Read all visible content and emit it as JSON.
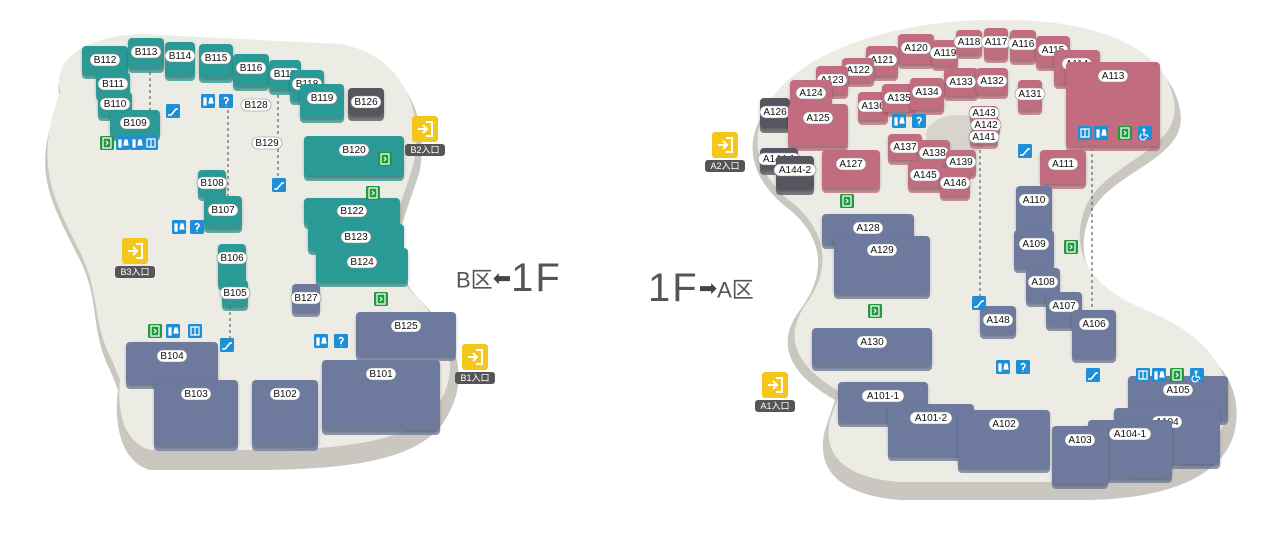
{
  "colors": {
    "teal": "#2c9a96",
    "slate": "#6e7a9d",
    "rose": "#c26d7f",
    "dark": "#55575e",
    "floor": "#ecebe4",
    "wall": "#c9c7bf",
    "exit_yellow": "#f3c71b",
    "icon_blue": "#1e8ed6",
    "icon_green": "#1f9a3c"
  },
  "zone_b": {
    "zone_label": "B区",
    "arrow": "⬅",
    "floor_label": "1F",
    "entrances": [
      "B2入口",
      "B3入口",
      "B1入口"
    ],
    "units": [
      {
        "id": "B112",
        "c": "teal"
      },
      {
        "id": "B113",
        "c": "teal"
      },
      {
        "id": "B114",
        "c": "teal"
      },
      {
        "id": "B115",
        "c": "teal"
      },
      {
        "id": "B116",
        "c": "teal"
      },
      {
        "id": "B117",
        "c": "teal"
      },
      {
        "id": "B118",
        "c": "teal"
      },
      {
        "id": "B119",
        "c": "teal"
      },
      {
        "id": "B126",
        "c": "dark"
      },
      {
        "id": "B111",
        "c": "teal"
      },
      {
        "id": "B110",
        "c": "teal"
      },
      {
        "id": "B109",
        "c": "teal"
      },
      {
        "id": "B128",
        "c": "none"
      },
      {
        "id": "B129",
        "c": "none"
      },
      {
        "id": "B120",
        "c": "teal"
      },
      {
        "id": "B108",
        "c": "teal"
      },
      {
        "id": "B107",
        "c": "teal"
      },
      {
        "id": "B122",
        "c": "teal"
      },
      {
        "id": "B123",
        "c": "teal"
      },
      {
        "id": "B124",
        "c": "teal"
      },
      {
        "id": "B106",
        "c": "teal"
      },
      {
        "id": "B105",
        "c": "teal"
      },
      {
        "id": "B127",
        "c": "slate"
      },
      {
        "id": "B125",
        "c": "slate"
      },
      {
        "id": "B104",
        "c": "slate"
      },
      {
        "id": "B103",
        "c": "slate"
      },
      {
        "id": "B102",
        "c": "slate"
      },
      {
        "id": "B101",
        "c": "slate"
      }
    ]
  },
  "zone_a": {
    "zone_label": "A区",
    "arrow": "➡",
    "floor_label": "1F",
    "entrances": [
      "A2入口",
      "A1入口"
    ],
    "units": [
      {
        "id": "A120",
        "c": "rose"
      },
      {
        "id": "A119",
        "c": "rose"
      },
      {
        "id": "A118",
        "c": "rose"
      },
      {
        "id": "A117",
        "c": "rose"
      },
      {
        "id": "A116",
        "c": "rose"
      },
      {
        "id": "A115",
        "c": "rose"
      },
      {
        "id": "A114",
        "c": "rose"
      },
      {
        "id": "A121",
        "c": "rose"
      },
      {
        "id": "A122",
        "c": "rose"
      },
      {
        "id": "A123",
        "c": "rose"
      },
      {
        "id": "A133",
        "c": "rose"
      },
      {
        "id": "A132",
        "c": "rose"
      },
      {
        "id": "A124",
        "c": "rose"
      },
      {
        "id": "A136",
        "c": "rose"
      },
      {
        "id": "A135",
        "c": "rose"
      },
      {
        "id": "A134",
        "c": "rose"
      },
      {
        "id": "A131",
        "c": "rose"
      },
      {
        "id": "A113",
        "c": "rose"
      },
      {
        "id": "A126",
        "c": "dark"
      },
      {
        "id": "A125",
        "c": "rose"
      },
      {
        "id": "A143",
        "c": "rose"
      },
      {
        "id": "A142",
        "c": "rose"
      },
      {
        "id": "A141",
        "c": "rose"
      },
      {
        "id": "A137",
        "c": "rose"
      },
      {
        "id": "A138",
        "c": "rose"
      },
      {
        "id": "A139",
        "c": "rose"
      },
      {
        "id": "A144-1",
        "c": "dark"
      },
      {
        "id": "A144-2",
        "c": "dark"
      },
      {
        "id": "A127",
        "c": "rose"
      },
      {
        "id": "A145",
        "c": "rose"
      },
      {
        "id": "A146",
        "c": "rose"
      },
      {
        "id": "A111",
        "c": "rose"
      },
      {
        "id": "A110",
        "c": "slate"
      },
      {
        "id": "A128",
        "c": "slate"
      },
      {
        "id": "A109",
        "c": "slate"
      },
      {
        "id": "A129",
        "c": "slate"
      },
      {
        "id": "A108",
        "c": "slate"
      },
      {
        "id": "A107",
        "c": "slate"
      },
      {
        "id": "A148",
        "c": "slate"
      },
      {
        "id": "A106",
        "c": "slate"
      },
      {
        "id": "A130",
        "c": "slate"
      },
      {
        "id": "A101-1",
        "c": "slate"
      },
      {
        "id": "A105",
        "c": "slate"
      },
      {
        "id": "A101-2",
        "c": "slate"
      },
      {
        "id": "A104",
        "c": "slate"
      },
      {
        "id": "A102",
        "c": "slate"
      },
      {
        "id": "A104-1",
        "c": "slate"
      },
      {
        "id": "A103",
        "c": "slate"
      }
    ]
  },
  "icons": [
    "restroom-icon",
    "info-icon",
    "escalator-icon",
    "exit-icon",
    "elevator-icon",
    "accessible-icon",
    "entrance-icon"
  ]
}
